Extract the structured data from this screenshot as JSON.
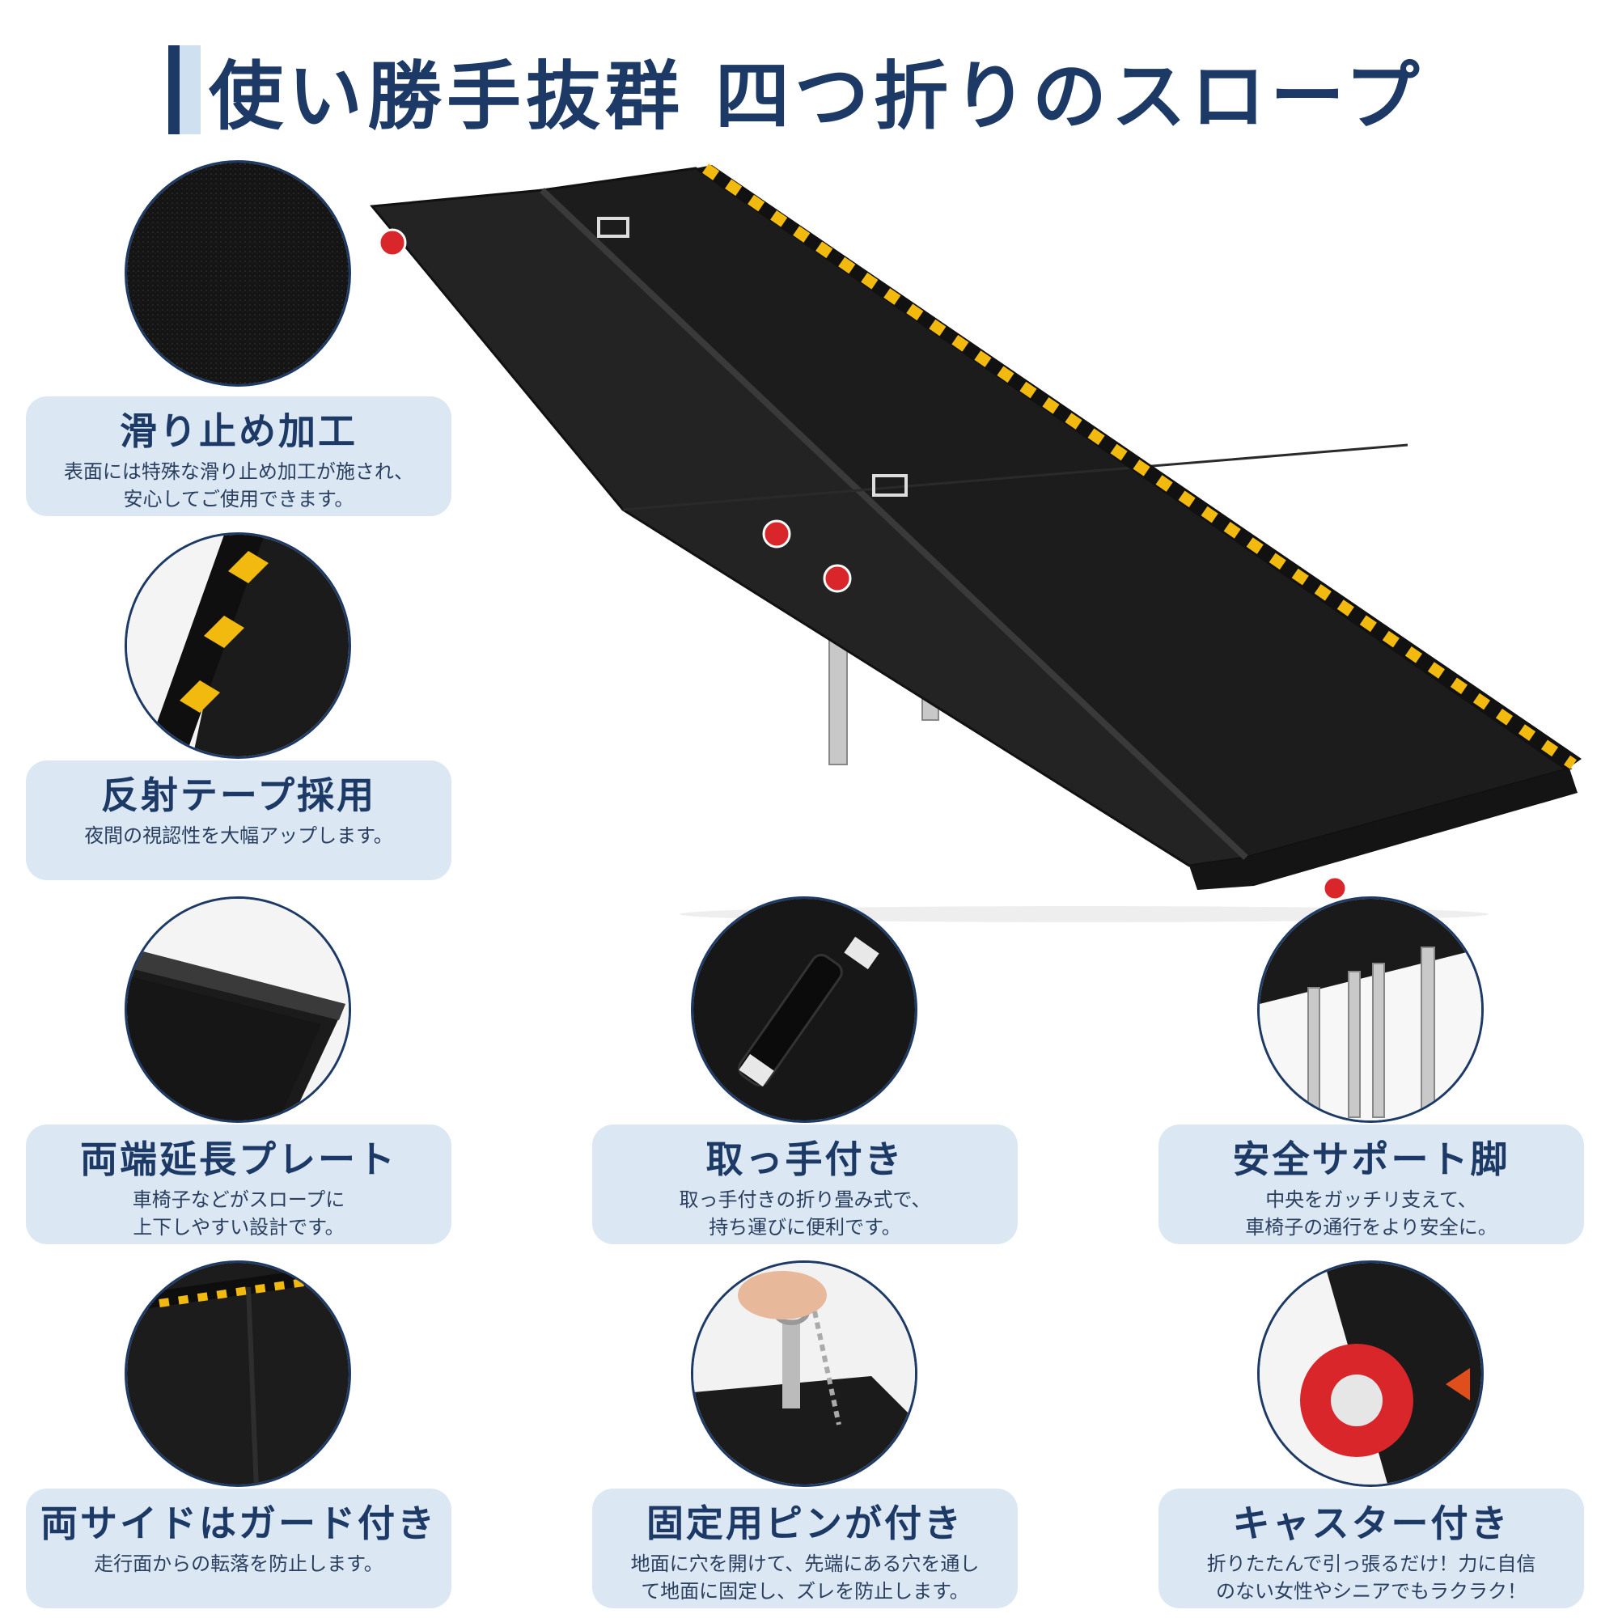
{
  "title": "使い勝手抜群 四つ折りのスロープ",
  "features": [
    {
      "heading": "滑り止め加工",
      "lines": [
        "表面には特殊な滑り止め加工が施され、",
        "安心してご使用できます。"
      ],
      "image": "anti-slip-surface"
    },
    {
      "heading": "反射テープ採用",
      "lines": [
        "夜間の視認性を大幅アップします。"
      ],
      "image": "reflective-tape"
    },
    {
      "heading": "両端延長プレート",
      "lines": [
        "車椅子などがスロープに",
        "上下しやすい設計です。"
      ],
      "image": "extension-plate"
    },
    {
      "heading": "取っ手付き",
      "lines": [
        "取っ手付きの折り畳み式で、",
        "持ち運びに便利です。"
      ],
      "image": "carry-handle"
    },
    {
      "heading": "安全サポート脚",
      "lines": [
        "中央をガッチリ支えて、",
        "車椅子の通行をより安全に。"
      ],
      "image": "support-legs"
    },
    {
      "heading": "両サイドはガード付き",
      "lines": [
        "走行面からの転落を防止します。"
      ],
      "image": "side-guards"
    },
    {
      "heading": "固定用ピンが付き",
      "lines": [
        "地面に穴を開けて、先端にある穴を通し",
        "て地面に固定し、ズレを防止します。"
      ],
      "image": "fixing-pin"
    },
    {
      "heading": "キャスター付き",
      "lines": [
        "折りたたんで引っ張るだけ！力に自信",
        "のない女性やシニアでもラクラク！"
      ],
      "image": "casters"
    }
  ],
  "colors": {
    "navy": "#1d3a66",
    "card_bg": "#dbe8f4",
    "ramp": "#1e1e1e",
    "tape_yellow": "#f2b90f",
    "wheel_red": "#d8262b"
  }
}
